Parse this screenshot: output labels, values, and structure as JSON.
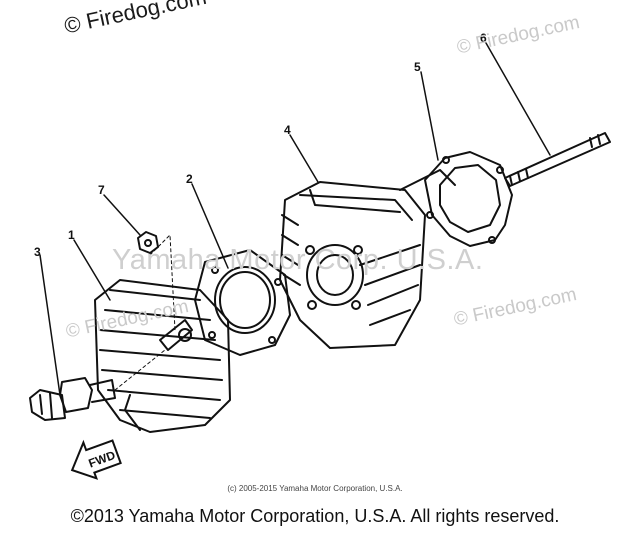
{
  "watermarks": {
    "top_left": "© Firedog.com",
    "top_right": "© Firedog.com",
    "mid_left": "© Firedog.com",
    "mid_right": "© Firedog.com",
    "center": "Yamaha Motor Corp. U.S.A."
  },
  "parts": [
    "1",
    "2",
    "3",
    "4",
    "5",
    "6",
    "7"
  ],
  "arrow_label": "FWD",
  "captions": {
    "small": "(c) 2005-2015 Yamaha Motor Corporation, U.S.A.",
    "main": "©2013 Yamaha Motor Corporation, U.S.A. All rights reserved."
  }
}
